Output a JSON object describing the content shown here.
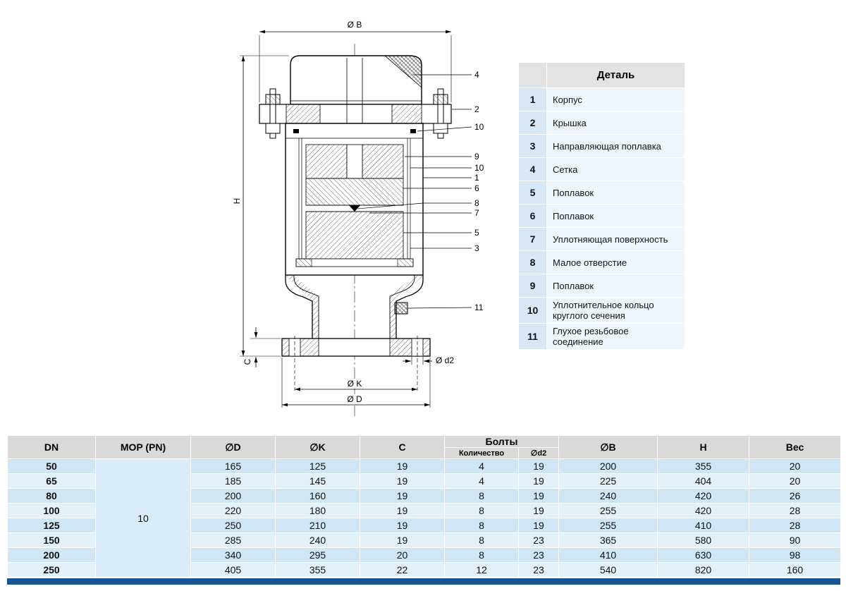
{
  "drawing": {
    "dim_labels": {
      "b": "Ø B",
      "h": "H",
      "c": "C",
      "d2": "Ø d2",
      "k": "Ø K",
      "d": "Ø D"
    },
    "callouts": [
      "4",
      "2",
      "10",
      "9",
      "10",
      "1",
      "6",
      "8",
      "7",
      "5",
      "3",
      "11"
    ]
  },
  "parts_table": {
    "header": "Деталь",
    "rows": [
      {
        "num": "1",
        "name": "Корпус"
      },
      {
        "num": "2",
        "name": "Крышка"
      },
      {
        "num": "3",
        "name": "Направляющая поплавка"
      },
      {
        "num": "4",
        "name": "Сетка"
      },
      {
        "num": "5",
        "name": "Поплавок"
      },
      {
        "num": "6",
        "name": "Поплавок"
      },
      {
        "num": "7",
        "name": "Уплотняющая поверхность"
      },
      {
        "num": "8",
        "name": "Малое отверстие"
      },
      {
        "num": "9",
        "name": "Поплавок"
      },
      {
        "num": "10",
        "name": "Уплотнительное кольцо круглого сечения"
      },
      {
        "num": "11",
        "name": "Глухое резьбовое соединение"
      }
    ]
  },
  "dim_table": {
    "headers": {
      "dn": "DN",
      "mop": "MOP (PN)",
      "d": "∅D",
      "k": "∅K",
      "c": "C",
      "bolts": "Болты",
      "qty": "Количество",
      "d2": "∅d2",
      "b": "∅B",
      "h": "H",
      "weight": "Вес"
    },
    "mop_value": "10",
    "rows": [
      {
        "dn": "50",
        "d": "165",
        "k": "125",
        "c": "19",
        "qty": "4",
        "d2": "19",
        "b": "200",
        "h": "355",
        "weight": "20"
      },
      {
        "dn": "65",
        "d": "185",
        "k": "145",
        "c": "19",
        "qty": "4",
        "d2": "19",
        "b": "225",
        "h": "404",
        "weight": "20"
      },
      {
        "dn": "80",
        "d": "200",
        "k": "160",
        "c": "19",
        "qty": "8",
        "d2": "19",
        "b": "240",
        "h": "420",
        "weight": "26"
      },
      {
        "dn": "100",
        "d": "220",
        "k": "180",
        "c": "19",
        "qty": "8",
        "d2": "19",
        "b": "255",
        "h": "420",
        "weight": "28"
      },
      {
        "dn": "125",
        "d": "250",
        "k": "210",
        "c": "19",
        "qty": "8",
        "d2": "19",
        "b": "255",
        "h": "410",
        "weight": "28"
      },
      {
        "dn": "150",
        "d": "285",
        "k": "240",
        "c": "19",
        "qty": "8",
        "d2": "23",
        "b": "365",
        "h": "580",
        "weight": "90"
      },
      {
        "dn": "200",
        "d": "340",
        "k": "295",
        "c": "20",
        "qty": "8",
        "d2": "23",
        "b": "410",
        "h": "630",
        "weight": "98"
      },
      {
        "dn": "250",
        "d": "405",
        "k": "355",
        "c": "22",
        "qty": "12",
        "d2": "23",
        "b": "540",
        "h": "820",
        "weight": "160"
      }
    ]
  }
}
